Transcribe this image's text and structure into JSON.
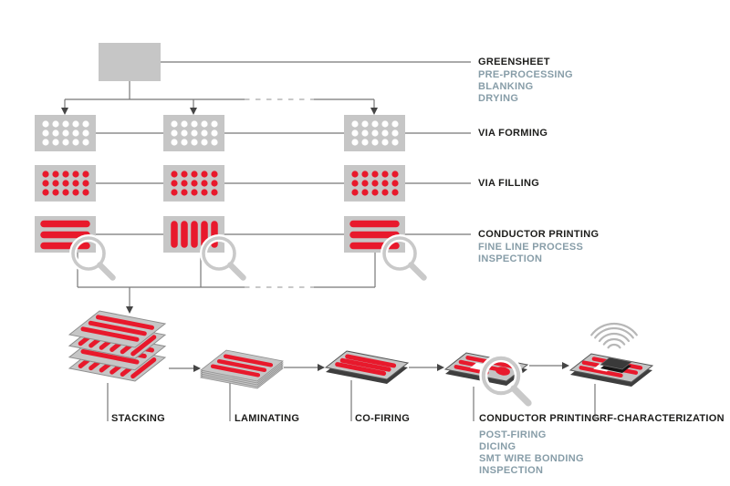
{
  "diagram_title": "LTCC process flow",
  "colors": {
    "accent_red": "#e8192c",
    "sheet_gray": "#c6c6c6",
    "line_gray": "#787878",
    "dash_gray": "#a8a8a8",
    "slab_dark": "#3e3e3e",
    "magnifier_gray": "#c9c9c9",
    "label_dark": "#1d1d1b",
    "label_muted": "#879da8"
  },
  "sheet_process": {
    "greensheet": {
      "title": "GREENSHEET",
      "steps": [
        "PRE-PROCESSING",
        "BLANKING",
        "DRYING"
      ]
    },
    "via_forming": {
      "title": "VIA FORMING"
    },
    "via_filling": {
      "title": "VIA FILLING"
    },
    "conductor_printing": {
      "title": "CONDUCTOR PRINTING",
      "steps": [
        "FINE LINE PROCESS",
        "INSPECTION"
      ]
    }
  },
  "assembly_process": {
    "stacking": {
      "title": "STACKING"
    },
    "laminating": {
      "title": "LAMINATING"
    },
    "co_firing": {
      "title": "CO-FIRING"
    },
    "conductor_printing": {
      "title": "CONDUCTOR PRINTING",
      "steps": [
        "POST-FIRING",
        "DICING",
        "SMT WIRE BONDING",
        "INSPECTION"
      ]
    },
    "rf_characterization": {
      "title": "RF-CHARACTERIZATION"
    }
  },
  "icons": {
    "inspection": "magnifier-icon",
    "rf": "radio-waves-icon"
  }
}
